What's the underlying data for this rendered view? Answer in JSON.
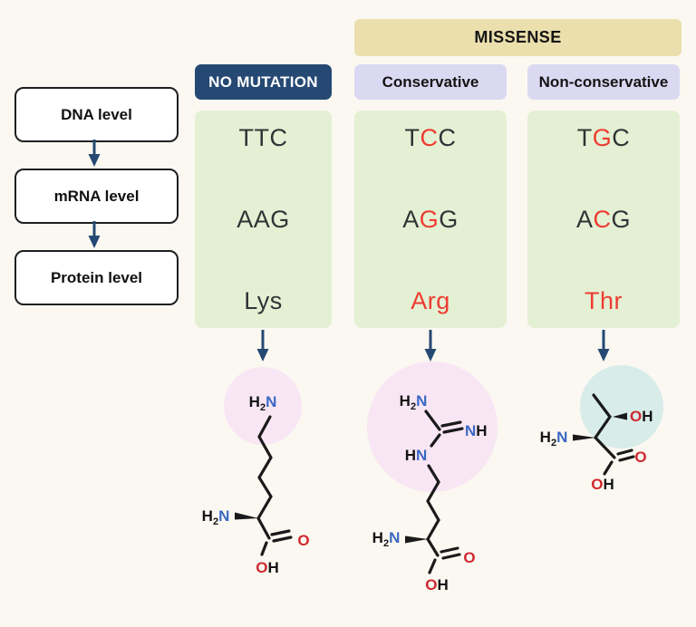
{
  "banner": {
    "label": "MISSENSE"
  },
  "flow": {
    "items": [
      "DNA level",
      "mRNA level",
      "Protein level"
    ]
  },
  "columns": [
    {
      "header": "NO MUTATION",
      "codons": [
        {
          "text": "TTC",
          "red_index": -1
        },
        {
          "text": "AAG",
          "red_index": -1
        }
      ],
      "residue": {
        "text": "Lys",
        "red": false
      },
      "molecule": "lysine"
    },
    {
      "header": "Conservative",
      "codons": [
        {
          "text": "TCC",
          "red_index": 1
        },
        {
          "text": "AGG",
          "red_index": 1
        }
      ],
      "residue": {
        "text": "Arg",
        "red": true
      },
      "molecule": "arginine"
    },
    {
      "header": "Non-conservative",
      "codons": [
        {
          "text": "TGC",
          "red_index": 1
        },
        {
          "text": "ACG",
          "red_index": 1
        }
      ],
      "residue": {
        "text": "Thr",
        "red": true
      },
      "molecule": "threonine"
    }
  ],
  "atom_labels": {
    "h": "H",
    "two": "2",
    "n": "N",
    "o": "O"
  },
  "colors": {
    "background": "#FAF8F1",
    "navy": "#254973",
    "codon_green": "#E4F0D3",
    "missense_tan": "#EBDFAD",
    "header_lavender": "#DBD9F2",
    "mutation_red": "#EE3B31",
    "nitrogen_blue": "#3A68C4",
    "oxygen_red": "#D0282E",
    "amine_highlight_pink": "#F9E6F4",
    "hydroxyl_highlight_teal": "#D8ECE9"
  }
}
